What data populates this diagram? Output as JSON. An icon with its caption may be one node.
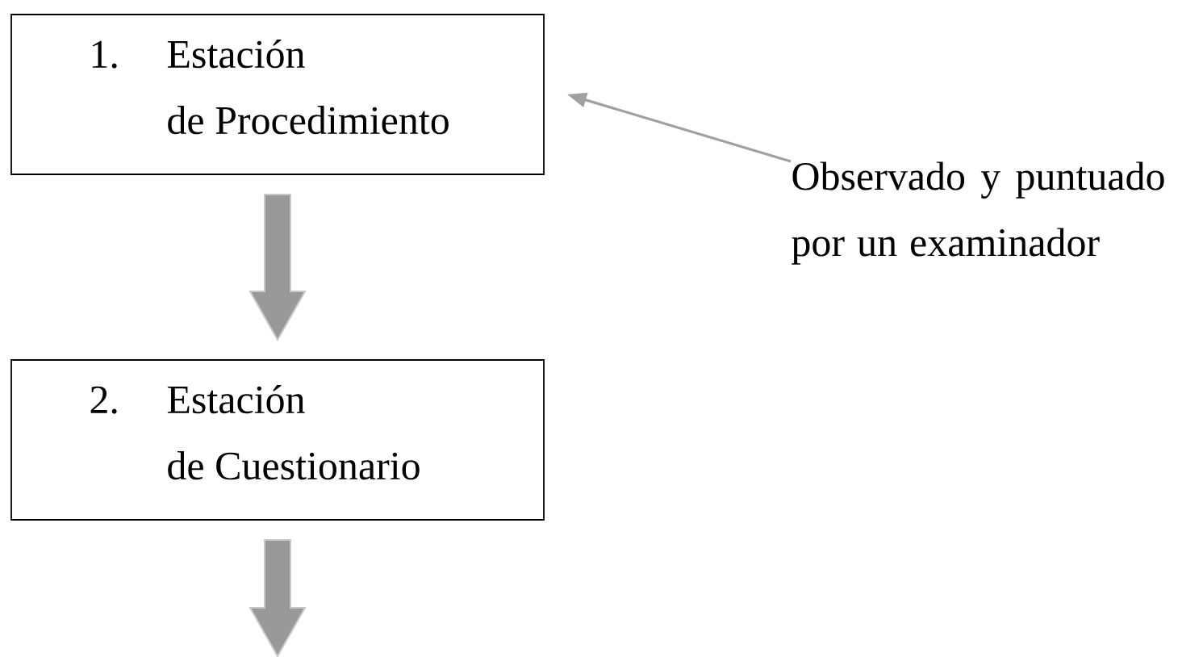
{
  "diagram": {
    "nodes": [
      {
        "text": [
          "1.",
          "Estación de Procedimiento"
        ]
      },
      {
        "text": [
          "Observado y puntuado por un examinador"
        ]
      },
      {
        "text": [
          "2.",
          "Estación de Cuestionario"
        ]
      }
    ],
    "edges": [
      {
        "from": 0,
        "to": 2,
        "arrow": "to",
        "style": "thick"
      },
      {
        "from": 1,
        "to": 0,
        "arrow": "to"
      },
      {
        "from": 2,
        "to": null,
        "arrow": "to",
        "style": "thick"
      }
    ]
  }
}
